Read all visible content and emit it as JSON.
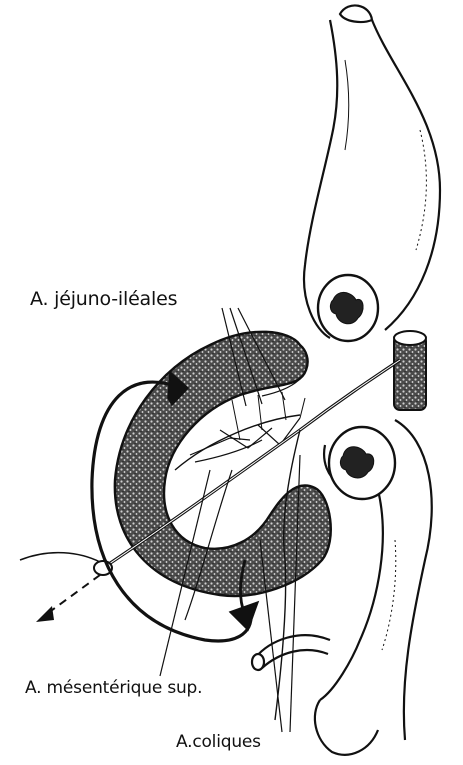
{
  "labels": {
    "jejuno_ileales": "A. jéjuno-iléales",
    "mesenterique_sup": "A. mésentérique sup.",
    "coliques": "A.coliques"
  },
  "colors": {
    "ink": "#111111",
    "stipple": "#2a2a2a",
    "background": "#ffffff"
  }
}
